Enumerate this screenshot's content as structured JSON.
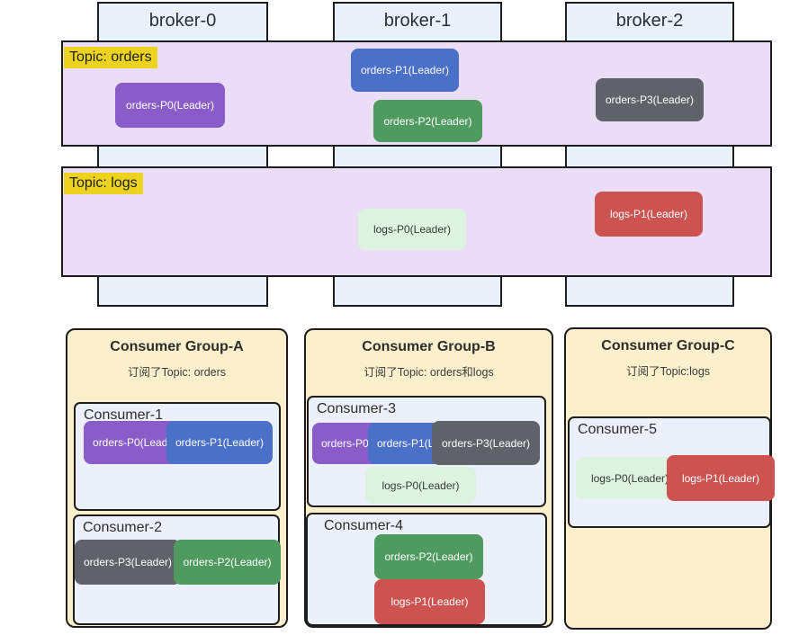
{
  "colors": {
    "line": "#1d1d1d",
    "broker": "#e9f1fb",
    "band": "#eadef7",
    "highlight": "#ecd31f",
    "group": "#fcf0cc",
    "consumer": "#ebf0fa",
    "purple": "#8a5cc8",
    "blue": "#4a70c8",
    "green": "#4f9b5f",
    "gray": "#5f6269",
    "red": "#cd5351",
    "lightgreen": "#ddf3e0"
  },
  "brokers": [
    {
      "label": "broker-0"
    },
    {
      "label": "broker-1"
    },
    {
      "label": "broker-2"
    }
  ],
  "topics": [
    {
      "label": "Topic: orders",
      "partitions": [
        {
          "label": "orders-P0(Leader)",
          "color": "#8a5cc8"
        },
        {
          "label": "orders-P1(Leader)",
          "color": "#4a70c8"
        },
        {
          "label": "orders-P2(Leader)",
          "color": "#4f9b5f"
        },
        {
          "label": "orders-P3(Leader)",
          "color": "#5f6269"
        }
      ]
    },
    {
      "label": "Topic: logs",
      "partitions": [
        {
          "label": "logs-P0(Leader)",
          "color": "#ddf3e0"
        },
        {
          "label": "logs-P1(Leader)",
          "color": "#cd5351"
        }
      ]
    }
  ],
  "consumer_groups": [
    {
      "title": "Consumer Group-A",
      "subtitle": "订阅了Topic: orders",
      "consumers": [
        {
          "name": "Consumer-1",
          "partitions": [
            {
              "label": "orders-P0(Leader)",
              "color": "#8a5cc8"
            },
            {
              "label": "orders-P1(Leader)",
              "color": "#4a70c8"
            }
          ]
        },
        {
          "name": "Consumer-2",
          "partitions": [
            {
              "label": "orders-P3(Leader)",
              "color": "#5f6269"
            },
            {
              "label": "orders-P2(Leader)",
              "color": "#4f9b5f"
            }
          ]
        }
      ]
    },
    {
      "title": "Consumer Group-B",
      "subtitle": "订阅了Topic: orders和logs",
      "consumers": [
        {
          "name": "Consumer-3",
          "partitions": [
            {
              "label": "orders-P0(Leader)",
              "color": "#8a5cc8"
            },
            {
              "label": "orders-P1(Leader)",
              "color": "#4a70c8"
            },
            {
              "label": "orders-P3(Leader)",
              "color": "#5f6269"
            },
            {
              "label": "logs-P0(Leader)",
              "color": "#ddf3e0"
            }
          ]
        },
        {
          "name": "Consumer-4",
          "partitions": [
            {
              "label": "orders-P2(Leader)",
              "color": "#4f9b5f"
            },
            {
              "label": "logs-P1(Leader)",
              "color": "#cd5351"
            }
          ]
        }
      ]
    },
    {
      "title": "Consumer Group-C",
      "subtitle": "订阅了Topic:logs",
      "consumers": [
        {
          "name": "Consumer-5",
          "partitions": [
            {
              "label": "logs-P0(Leader)",
              "color": "#ddf3e0"
            },
            {
              "label": "logs-P1(Leader)",
              "color": "#cd5351"
            }
          ]
        }
      ]
    }
  ]
}
